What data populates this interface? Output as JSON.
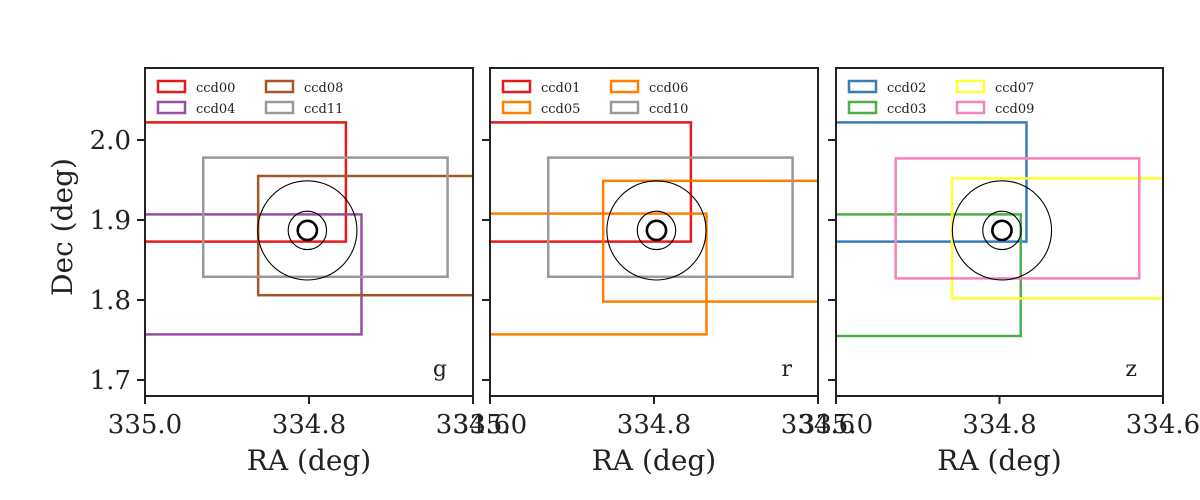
{
  "chart_data": [
    {
      "type": "rectangles",
      "band": "g",
      "xlabel": "RA (deg)",
      "ylabel": "Dec (deg)",
      "xlim": [
        335.0,
        334.6
      ],
      "ylim": [
        1.68,
        2.09
      ],
      "x_ticks": [
        335.0,
        334.8,
        334.6
      ],
      "x_tick_labels": [
        "335.0",
        "334.8",
        "334.6"
      ],
      "y_ticks": [
        1.7,
        1.8,
        1.9,
        2.0
      ],
      "y_tick_labels": [
        "1.7",
        "1.8",
        "1.9",
        "2.0"
      ],
      "legend_placement": "top-left",
      "legend_columns": 2,
      "circles": {
        "center": [
          334.802,
          1.887
        ],
        "radii_dec": [
          0.062,
          0.024,
          0.012
        ]
      },
      "ccds": [
        {
          "name": "ccd00",
          "color": "#e41a1c",
          "ra": [
            335.01,
            334.755
          ],
          "dec": [
            1.873,
            2.022
          ]
        },
        {
          "name": "ccd04",
          "color": "#984ea3",
          "ra": [
            335.01,
            334.736
          ],
          "dec": [
            1.757,
            1.907
          ]
        },
        {
          "name": "ccd08",
          "color": "#a65628",
          "ra": [
            334.862,
            334.58
          ],
          "dec": [
            1.806,
            1.955
          ]
        },
        {
          "name": "ccd11",
          "color": "#999999",
          "ra": [
            334.929,
            334.631
          ],
          "dec": [
            1.829,
            1.978
          ]
        }
      ]
    },
    {
      "type": "rectangles",
      "band": "r",
      "xlabel": "RA (deg)",
      "ylabel": "",
      "xlim": [
        335.0,
        334.6
      ],
      "ylim": [
        1.68,
        2.09
      ],
      "x_ticks": [
        335.0,
        334.8,
        334.6
      ],
      "x_tick_labels": [
        "335.0",
        "334.8",
        "334.6"
      ],
      "y_ticks": [
        1.7,
        1.8,
        1.9,
        2.0
      ],
      "y_tick_labels": [],
      "legend_placement": "top-left",
      "legend_columns": 2,
      "circles": {
        "center": [
          334.797,
          1.887
        ],
        "radii_dec": [
          0.062,
          0.024,
          0.012
        ]
      },
      "ccds": [
        {
          "name": "ccd01",
          "color": "#e41a1c",
          "ra": [
            335.01,
            334.755
          ],
          "dec": [
            1.873,
            2.022
          ]
        },
        {
          "name": "ccd05",
          "color": "#ff7f00",
          "ra": [
            335.01,
            334.736
          ],
          "dec": [
            1.757,
            1.908
          ]
        },
        {
          "name": "ccd06",
          "color": "#ff7f00",
          "ra": [
            334.862,
            334.58
          ],
          "dec": [
            1.798,
            1.949
          ]
        },
        {
          "name": "ccd10",
          "color": "#999999",
          "ra": [
            334.929,
            334.631
          ],
          "dec": [
            1.829,
            1.978
          ]
        }
      ]
    },
    {
      "type": "rectangles",
      "band": "z",
      "xlabel": "RA (deg)",
      "ylabel": "",
      "xlim": [
        335.0,
        334.6
      ],
      "ylim": [
        1.68,
        2.09
      ],
      "x_ticks": [
        335.0,
        334.8,
        334.6
      ],
      "x_tick_labels": [
        "335.0",
        "334.8",
        "334.6"
      ],
      "y_ticks": [
        1.7,
        1.8,
        1.9,
        2.0
      ],
      "y_tick_labels": [],
      "legend_placement": "top-left",
      "legend_columns": 2,
      "circles": {
        "center": [
          334.797,
          1.887
        ],
        "radii_dec": [
          0.062,
          0.024,
          0.012
        ]
      },
      "ccds": [
        {
          "name": "ccd02",
          "color": "#377eb8",
          "ra": [
            335.01,
            334.767
          ],
          "dec": [
            1.873,
            2.022
          ]
        },
        {
          "name": "ccd03",
          "color": "#4daf4a",
          "ra": [
            335.01,
            334.774
          ],
          "dec": [
            1.755,
            1.907
          ]
        },
        {
          "name": "ccd07",
          "color": "#ffff33",
          "ra": [
            334.858,
            334.58
          ],
          "dec": [
            1.802,
            1.952
          ]
        },
        {
          "name": "ccd09",
          "color": "#f781bf",
          "ra": [
            334.927,
            334.629
          ],
          "dec": [
            1.827,
            1.977
          ]
        }
      ]
    }
  ]
}
